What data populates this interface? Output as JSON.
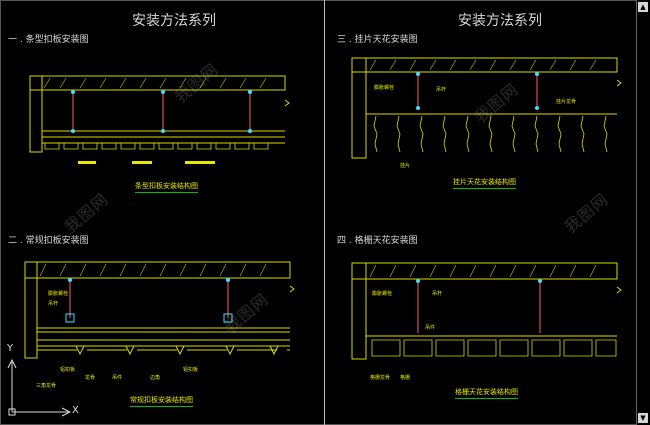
{
  "left_title": "安装方法系列",
  "right_title": "安装方法系列",
  "sections": {
    "s1": "一 . 条型扣板安装图",
    "s2": "二 . 常规扣板安装图",
    "s3": "三 . 挂片天花安装图",
    "s4": "四 . 格栅天花安装图"
  },
  "captions": {
    "c1": "条型扣板安装结构图",
    "c2": "常规扣板安装结构图",
    "c3": "挂片天花安装结构图",
    "c4": "格栅天花安装结构图"
  },
  "labels": {
    "s2_a": "膨胀螺栓",
    "s2_b": "吊杆",
    "s2_c": "铝扣板",
    "s2_d": "龙骨",
    "s2_e": "吊件",
    "s2_f": "边角",
    "s2_g": "三角龙骨",
    "s2_h": "铝扣板",
    "s3_a": "膨胀螺栓",
    "s3_b": "吊杆",
    "s3_c": "挂片龙骨",
    "s3_d": "挂片",
    "s4_a": "膨胀螺栓",
    "s4_b": "吊杆",
    "s4_c": "吊件",
    "s4_d": "格栅龙骨",
    "s4_e": "格栅"
  },
  "ucs": {
    "y": "Y",
    "x": "X"
  },
  "watermark": "我图网",
  "scroll": {
    "up": "▲",
    "down": "▼"
  }
}
